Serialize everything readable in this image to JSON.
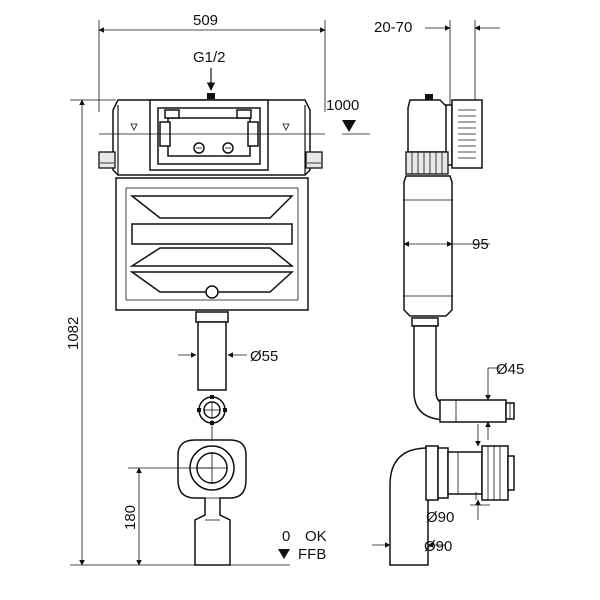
{
  "drawing": {
    "front_view": {
      "width_dim": "509",
      "inlet_label": "G1/2",
      "height_dim": "1082",
      "pipe_dim": "Ø55",
      "bottom_height_dim": "180",
      "floor_level": "0",
      "floor_ok": "OK",
      "floor_ffb": "FFB"
    },
    "side_view": {
      "depth_range_dim": "20-70",
      "level_mark": "1000",
      "depth_dim": "95",
      "outlet_dim": "Ø45",
      "elbow_dim_1": "Ø90",
      "elbow_dim_2": "Ø90"
    }
  }
}
